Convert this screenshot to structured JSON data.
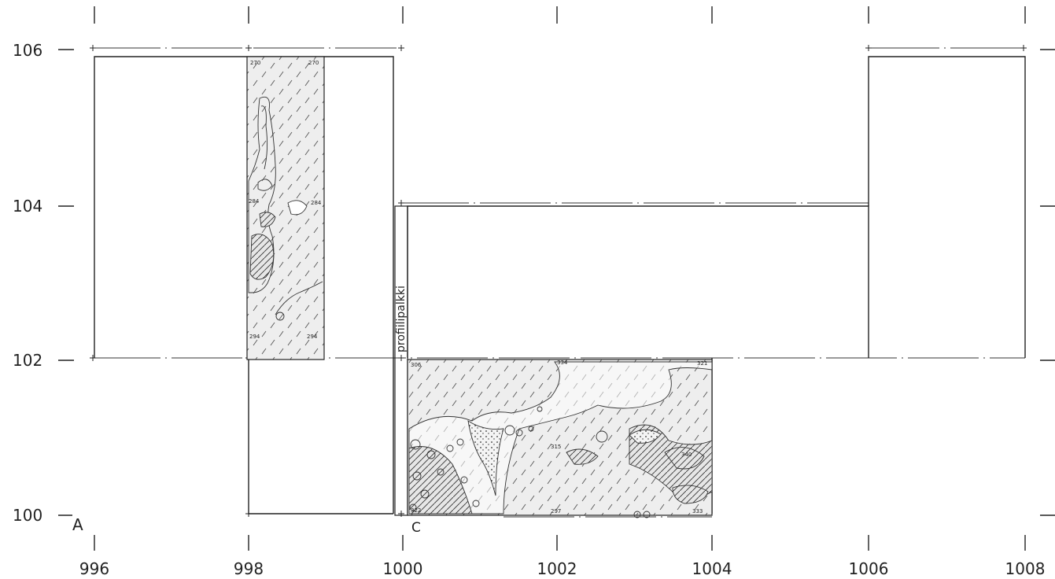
{
  "x_axis": {
    "ticks": [
      "996",
      "998",
      "1000",
      "1002",
      "1004",
      "1006",
      "1008"
    ]
  },
  "y_axis": {
    "ticks": [
      "106",
      "104",
      "102",
      "100"
    ]
  },
  "point_labels": {
    "a": "A",
    "c": "C"
  },
  "profile_beam_label": "profiilipalkki",
  "strip_numbers": {
    "top_left": "270",
    "top_right": "270",
    "mid_left": "284",
    "mid_right": "284",
    "bottom_left": "294",
    "bottom_right": "294"
  },
  "trench_numbers": {
    "top_left": "306",
    "top_mid": "334",
    "top_right": "321",
    "center": "315",
    "bottom_left": "322",
    "bottom_mid": "297",
    "bottom_right": "333",
    "right_blob": "340"
  },
  "colors": {
    "ink": "#222222",
    "fill": "#eeeeee",
    "background": "#ffffff"
  }
}
